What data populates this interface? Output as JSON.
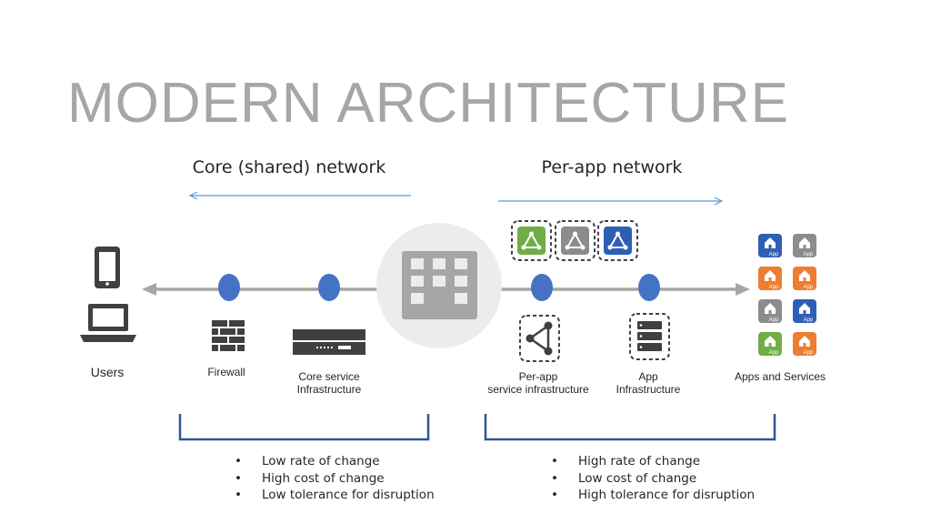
{
  "title": "MODERN ARCHITECTURE",
  "core": {
    "heading": "Core (shared) network",
    "bullets": [
      "Low rate of change",
      "High cost of change",
      "Low tolerance for disruption"
    ]
  },
  "perapp": {
    "heading": "Per-app network",
    "bullets": [
      "High rate of change",
      "Low cost of change",
      "High tolerance for disruption"
    ]
  },
  "nodes": {
    "users": "Users",
    "firewall": "Firewall",
    "core_service": [
      "Core service",
      "Infrastructure"
    ],
    "perapp_service": [
      "Per-app",
      "service infrastructure"
    ],
    "app_infra": [
      "App",
      "Infrastructure"
    ],
    "apps": "Apps and Services"
  },
  "app_tile_label": "App",
  "bullet_char": "•",
  "colors": {
    "title": "#a6a6a6",
    "flow_line": "#a6a6a6",
    "node_dot": "#4472c4",
    "bracket": "#2f5597",
    "direction_arrow": "#5b9bd5",
    "green": "#70ad47",
    "gray": "#8c8c8c",
    "blue": "#2e5fb5",
    "orange": "#ed7d31"
  },
  "app_tiles": [
    [
      "blue",
      "gray"
    ],
    [
      "orange",
      "orange"
    ],
    [
      "gray",
      "blue"
    ],
    [
      "green",
      "orange"
    ]
  ],
  "icons": [
    "phone-icon",
    "laptop-icon",
    "firewall-icon",
    "server-icon",
    "building-icon",
    "microservice-icon",
    "network-node-icon",
    "rack-icon",
    "app-tile-icon"
  ]
}
